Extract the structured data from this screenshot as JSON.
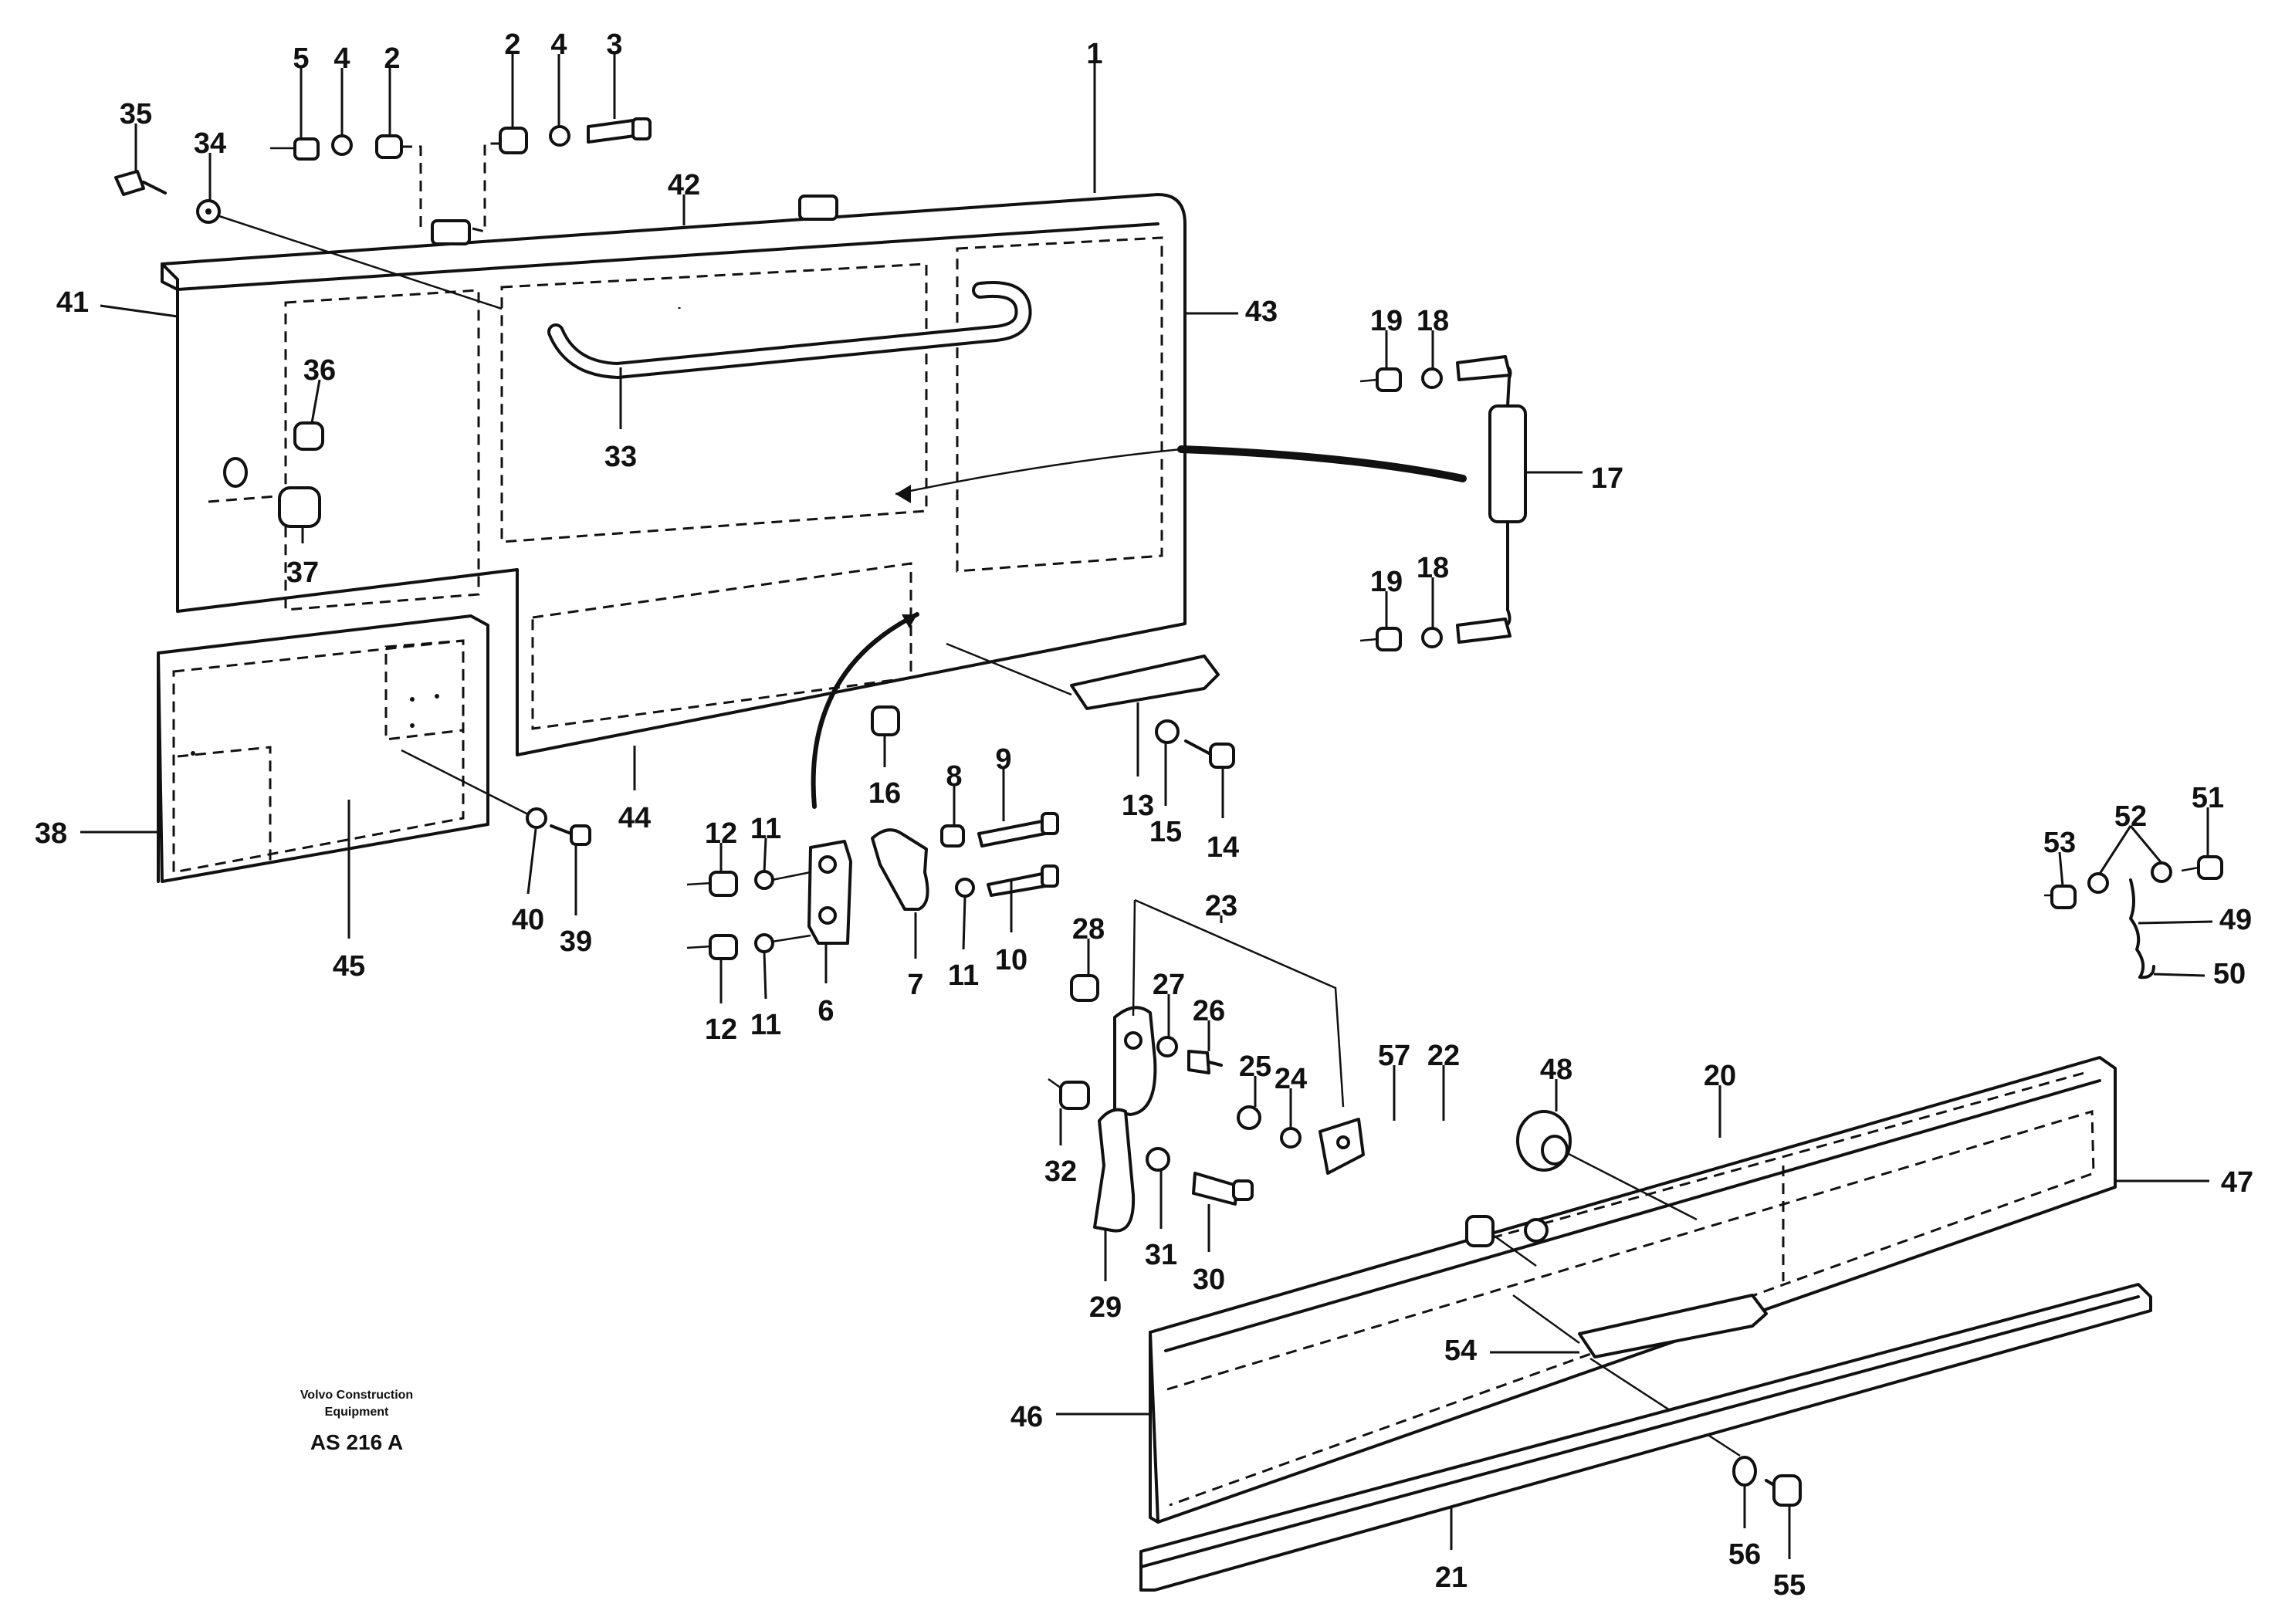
{
  "footer": {
    "company_line1": "Volvo Construction",
    "company_line2": "Equipment",
    "drawing_code": "AS 216 A"
  },
  "callouts": {
    "c1": "1",
    "c2a": "2",
    "c2b": "2",
    "c3": "3",
    "c4a": "4",
    "c4b": "4",
    "c5": "5",
    "c6": "6",
    "c7": "7",
    "c8": "8",
    "c9": "9",
    "c10": "10",
    "c11a": "11",
    "c11b": "11",
    "c11c": "11",
    "c12a": "12",
    "c12b": "12",
    "c13": "13",
    "c14": "14",
    "c15": "15",
    "c16": "16",
    "c17": "17",
    "c18a": "18",
    "c18b": "18",
    "c19a": "19",
    "c19b": "19",
    "c20": "20",
    "c21": "21",
    "c22": "22",
    "c23": "23",
    "c24": "24",
    "c25": "25",
    "c26": "26",
    "c27": "27",
    "c28": "28",
    "c29": "29",
    "c30": "30",
    "c31": "31",
    "c32": "32",
    "c33": "33",
    "c34": "34",
    "c35": "35",
    "c36": "36",
    "c37": "37",
    "c38": "38",
    "c39": "39",
    "c40": "40",
    "c41": "41",
    "c42": "42",
    "c43": "43",
    "c44": "44",
    "c45": "45",
    "c46": "46",
    "c47": "47",
    "c48": "48",
    "c49": "49",
    "c50": "50",
    "c51": "51",
    "c52": "52",
    "c53": "53",
    "c54": "54",
    "c55": "55",
    "c56": "56",
    "c57": "57"
  }
}
